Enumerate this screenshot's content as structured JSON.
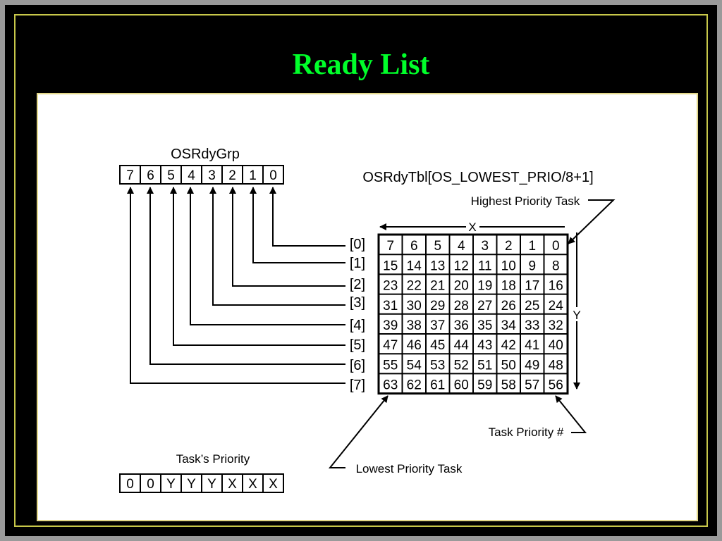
{
  "title": "Ready List",
  "colors": {
    "background": "#000000",
    "title": "#00ff2a",
    "panel": "#ffffff",
    "frame": "#9a9a9a",
    "accent": "#c8c84a"
  },
  "grp_label": "OSRdyGrp",
  "grp_bits": [
    "7",
    "6",
    "5",
    "4",
    "3",
    "2",
    "1",
    "0"
  ],
  "tbl_label": "OSRdyTbl[OS_LOWEST_PRIO/8+1]",
  "highest_label": "Highest Priority Task",
  "lowest_label": "Lowest Priority Task",
  "task_priority_num_label": "Task Priority #",
  "x_label": "X",
  "y_label": "Y",
  "row_labels": [
    "[0]",
    "[1]",
    "[2]",
    "[3]",
    "[4]",
    "[5]",
    "[6]",
    "[7]"
  ],
  "table": [
    [
      "7",
      "6",
      "5",
      "4",
      "3",
      "2",
      "1",
      "0"
    ],
    [
      "15",
      "14",
      "13",
      "12",
      "11",
      "10",
      "9",
      "8"
    ],
    [
      "23",
      "22",
      "21",
      "20",
      "19",
      "18",
      "17",
      "16"
    ],
    [
      "31",
      "30",
      "29",
      "28",
      "27",
      "26",
      "25",
      "24"
    ],
    [
      "39",
      "38",
      "37",
      "36",
      "35",
      "34",
      "33",
      "32"
    ],
    [
      "47",
      "46",
      "45",
      "44",
      "43",
      "42",
      "41",
      "40"
    ],
    [
      "55",
      "54",
      "53",
      "52",
      "51",
      "50",
      "49",
      "48"
    ],
    [
      "63",
      "62",
      "61",
      "60",
      "59",
      "58",
      "57",
      "56"
    ]
  ],
  "priority_label": "Task’s Priority",
  "priority_bits": [
    "0",
    "0",
    "Y",
    "Y",
    "Y",
    "X",
    "X",
    "X"
  ]
}
